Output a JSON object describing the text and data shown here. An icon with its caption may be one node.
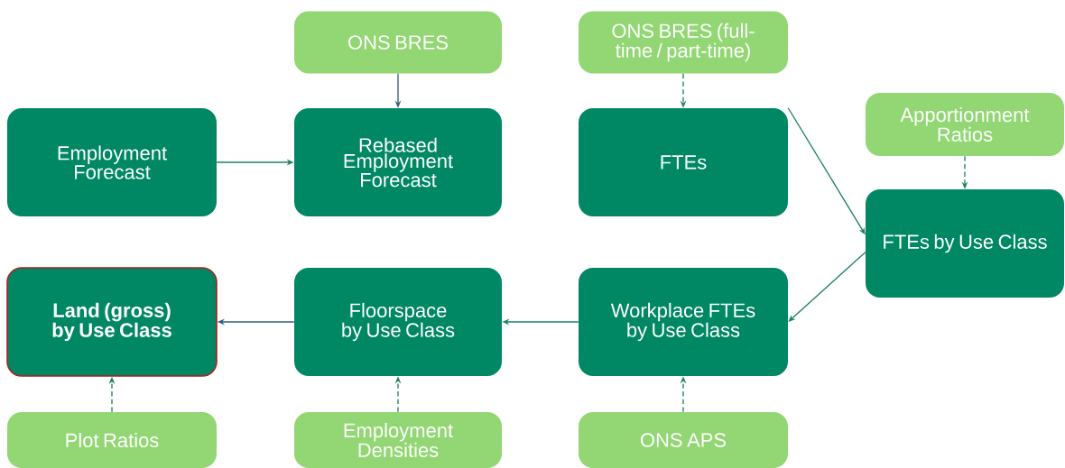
{
  "diagram": {
    "nodes": [
      {
        "text": [
          "Employment Forecast"
        ]
      },
      {
        "text": [
          "ONS BRES"
        ]
      },
      {
        "text": [
          "Rebased Employment Forecast"
        ]
      },
      {
        "text": [
          "ONS BRES (full-time / part-time)"
        ]
      },
      {
        "text": [
          "FTEs"
        ]
      },
      {
        "text": [
          "Apportionment Ratios"
        ]
      },
      {
        "text": [
          "FTEs by Use Class"
        ]
      },
      {
        "text": [
          "Land (gross) by Use Class"
        ]
      },
      {
        "text": [
          "Floorspace by Use Class"
        ]
      },
      {
        "text": [
          "Workplace FTEs by Use Class"
        ]
      },
      {
        "text": [
          "Plot Ratios"
        ]
      },
      {
        "text": [
          "Employment Densities"
        ]
      },
      {
        "text": [
          "ONS APS"
        ]
      }
    ],
    "edges": [
      {
        "from": 0,
        "to": 2,
        "arrow": "to"
      },
      {
        "from": 1,
        "to": 2,
        "arrow": "to",
        "color": "#2f5f80"
      },
      {
        "from": 3,
        "to": 4,
        "arrow": "to",
        "style": "dashed"
      },
      {
        "from": 4,
        "to": 6,
        "arrow": "to"
      },
      {
        "from": 5,
        "to": 6,
        "arrow": "to",
        "style": "dashed"
      },
      {
        "from": 6,
        "to": 9,
        "arrow": "to"
      },
      {
        "from": 9,
        "to": 8,
        "arrow": "to"
      },
      {
        "from": 8,
        "to": 7,
        "arrow": "to",
        "color": "#2f5f80"
      },
      {
        "from": 10,
        "to": 7,
        "arrow": "to",
        "style": "dashed"
      },
      {
        "from": 11,
        "to": 8,
        "arrow": "to",
        "style": "dashed"
      },
      {
        "from": 12,
        "to": 9,
        "arrow": "to",
        "style": "dashed"
      }
    ]
  }
}
